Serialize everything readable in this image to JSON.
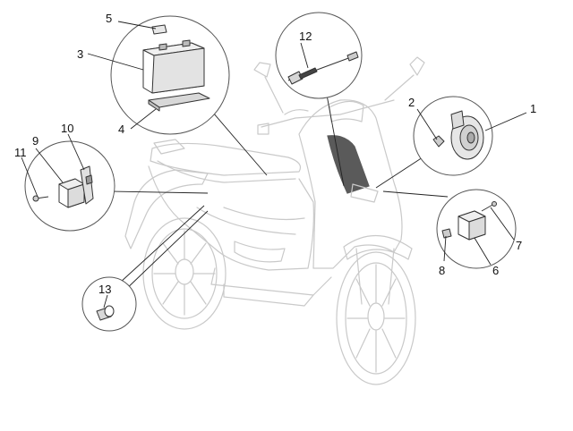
{
  "callouts": {
    "c1": "1",
    "c2": "2",
    "c3": "3",
    "c4": "4",
    "c5": "5",
    "c6": "6",
    "c7": "7",
    "c8": "8",
    "c9": "9",
    "c10": "10",
    "c11": "11",
    "c12": "12",
    "c13": "13"
  },
  "colors": {
    "scooter_outline": "#c9c9c9",
    "line": "#222222",
    "battery_body": "#e3e3e3",
    "dark_stripe": "#5a5a5a"
  }
}
